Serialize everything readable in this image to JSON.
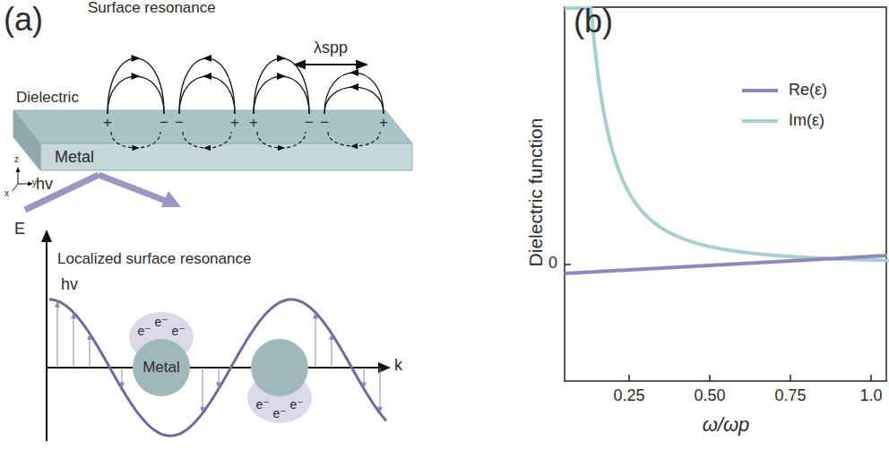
{
  "diagram": {
    "nodes": [
      {
        "text": [
          "Dielectric",
          "Metal"
        ]
      },
      {
        "text": [
          "Metal"
        ]
      }
    ],
    "labels": [
      "(a)",
      "Surface resonance",
      "λspp",
      "+",
      "−",
      "−",
      "+",
      "+",
      "−",
      "−",
      "+",
      "z",
      "y",
      "x",
      "hv",
      "E",
      "Localized surface resonance",
      "hv",
      "k",
      "e⁻",
      "e⁻",
      "e⁻",
      "e⁻",
      "e⁻",
      "e⁻",
      "(b)",
      "Dielectric function",
      "0",
      "0.25",
      "0.50",
      "0.75",
      "1.0",
      "ω/ωp"
    ],
    "legend": [
      {
        "text": "Re(ε)",
        "color": "#8e87bd"
      },
      {
        "text": "Im(ε)",
        "color": "#a6d0cd"
      }
    ]
  }
}
